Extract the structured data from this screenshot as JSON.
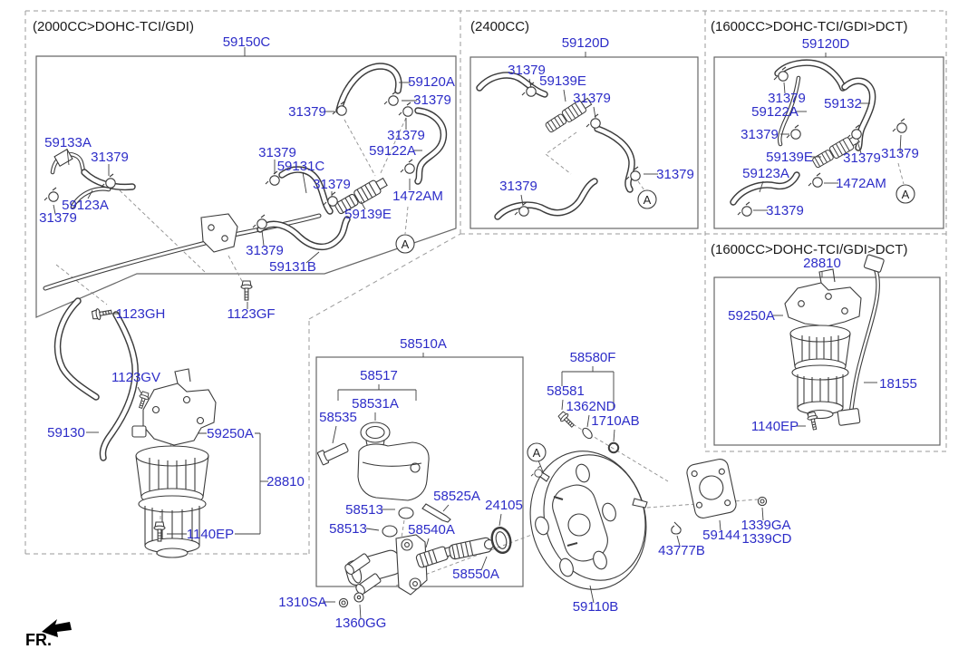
{
  "titles": {
    "g1": "(2000CC>DOHC-TCI/GDI)",
    "g2": "(2400CC)",
    "g3": "(1600CC>DOHC-TCI/GDI>DCT)",
    "g4": "(1600CC>DOHC-TCI/GDI>DCT)"
  },
  "front_marker": "FR.",
  "connector_label": "A",
  "parts": {
    "59150C": "59150C",
    "59120A": "59120A",
    "59120D": "59120D",
    "59122A": "59122A",
    "59123A": "59123A",
    "59130": "59130",
    "59131B": "59131B",
    "59131C": "59131C",
    "59132": "59132",
    "59133A": "59133A",
    "59139E": "59139E",
    "59144": "59144",
    "59110B": "59110B",
    "59250A": "59250A",
    "31379": "31379",
    "1472AM": "1472AM",
    "1123GH": "1123GH",
    "1123GF": "1123GF",
    "1123GV": "1123GV",
    "1140EP": "1140EP",
    "28810": "28810",
    "18155": "18155",
    "58510A": "58510A",
    "58513": "58513",
    "58517": "58517",
    "58525A": "58525A",
    "58531A": "58531A",
    "58535": "58535",
    "58540A": "58540A",
    "58550A": "58550A",
    "58580F": "58580F",
    "58581": "58581",
    "1362ND": "1362ND",
    "1710AB": "1710AB",
    "1310SA": "1310SA",
    "1360GG": "1360GG",
    "24105": "24105",
    "43777B": "43777B",
    "1339GA": "1339GA",
    "1339CD": "1339CD"
  }
}
